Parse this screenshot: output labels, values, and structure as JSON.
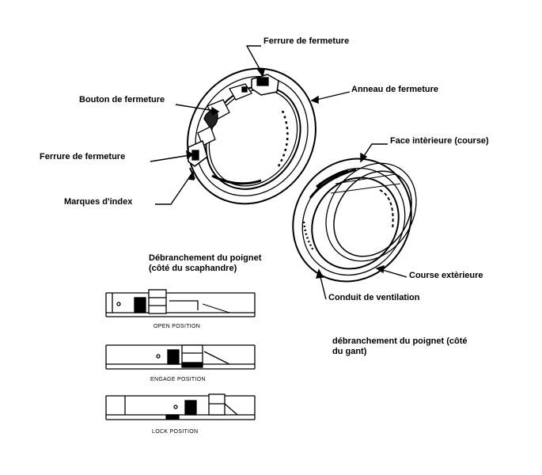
{
  "labels": {
    "ferrure_top": "Ferrure de fermeture",
    "anneau": "Anneau de fermeture",
    "bouton": "Bouton de fermeture",
    "ferrure_left": "Ferrure de fermeture",
    "marques": "Marques d'index",
    "face_interieure": "Face intèrieure (course)",
    "course_exterieure": "Course extèrieure",
    "conduit": "Conduit de ventilation",
    "debr_scaph_line1": "Débranchement du poignet",
    "debr_scaph_line2": "(côté du scaphandre)",
    "debr_gant_line1": "débranchement du poignet (côté",
    "debr_gant_line2": "du gant)"
  },
  "positions": {
    "open": "OPEN POSITION",
    "engage": "ENGAGE POSITION",
    "lock": "LOCK POSITION"
  }
}
